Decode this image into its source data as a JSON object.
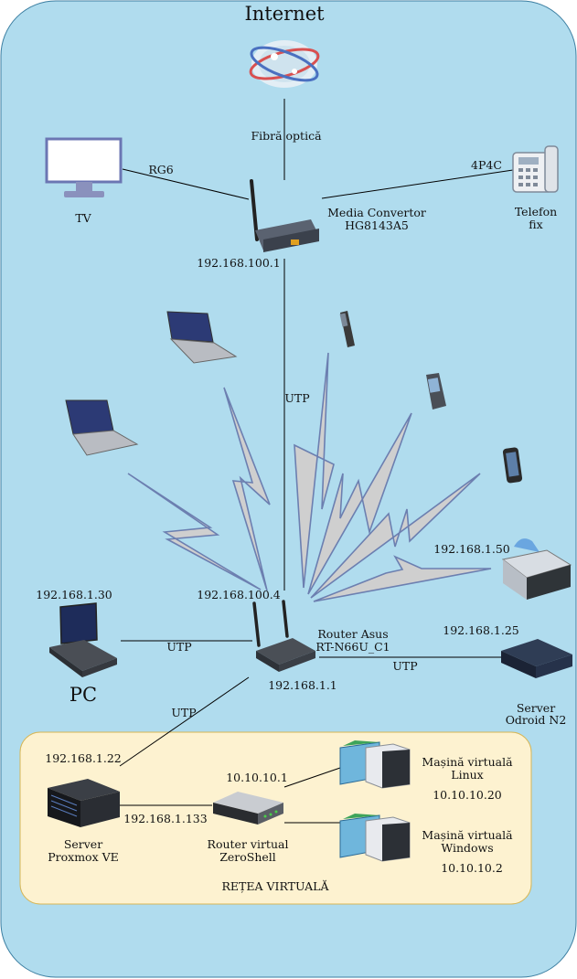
{
  "title": "Internet",
  "labels": {
    "fiber": "Fibră optică",
    "rg6": "RG6",
    "rj11": "4P4C",
    "utp_vertical": "UTP",
    "utp_pc": "UTP",
    "utp_odroid": "UTP",
    "utp_proxmox": "UTP",
    "tv": "TV",
    "phone_line1": "Telefon",
    "phone_line2": "fix",
    "modem_line1": "Media Convertor",
    "modem_line2": "HG8143A5",
    "modem_ip": "192.168.100.1",
    "router_wan_ip": "192.168.100.4",
    "router_line1": "Router Asus",
    "router_line2": "RT-N66U_C1",
    "router_ip": "192.168.1.1",
    "pc_ip": "192.168.1.30",
    "pc": "PC",
    "printer_ip": "192.168.1.50",
    "odroid_ip": "192.168.1.25",
    "odroid_line1": "Server",
    "odroid_line2": "Odroid N2",
    "proxmox_ip": "192.168.1.22",
    "proxmox_line1": "Server",
    "proxmox_line2": "Proxmox VE",
    "proxmox_link_ip": "192.168.1.133",
    "zeroshell_ip": "10.10.10.1",
    "zeroshell_line1": "Router virtual",
    "zeroshell_line2": "ZeroShell",
    "vm_linux_line1": "Mașină virtuală",
    "vm_linux_line2": "Linux",
    "vm_linux_ip": "10.10.10.20",
    "vm_windows_line1": "Mașină virtuală",
    "vm_windows_line2": "Windows",
    "vm_windows_ip": "10.10.10.2",
    "virtual_network": "REȚEA VIRTUALĂ"
  },
  "colors": {
    "background_panel": "#b0dcee",
    "virtual_panel": "#fdf2d0",
    "virtual_border": "#d6b656",
    "line": "#000000",
    "lightning_fill": "#cfcfcf",
    "lightning_stroke": "#6c7fb0"
  }
}
